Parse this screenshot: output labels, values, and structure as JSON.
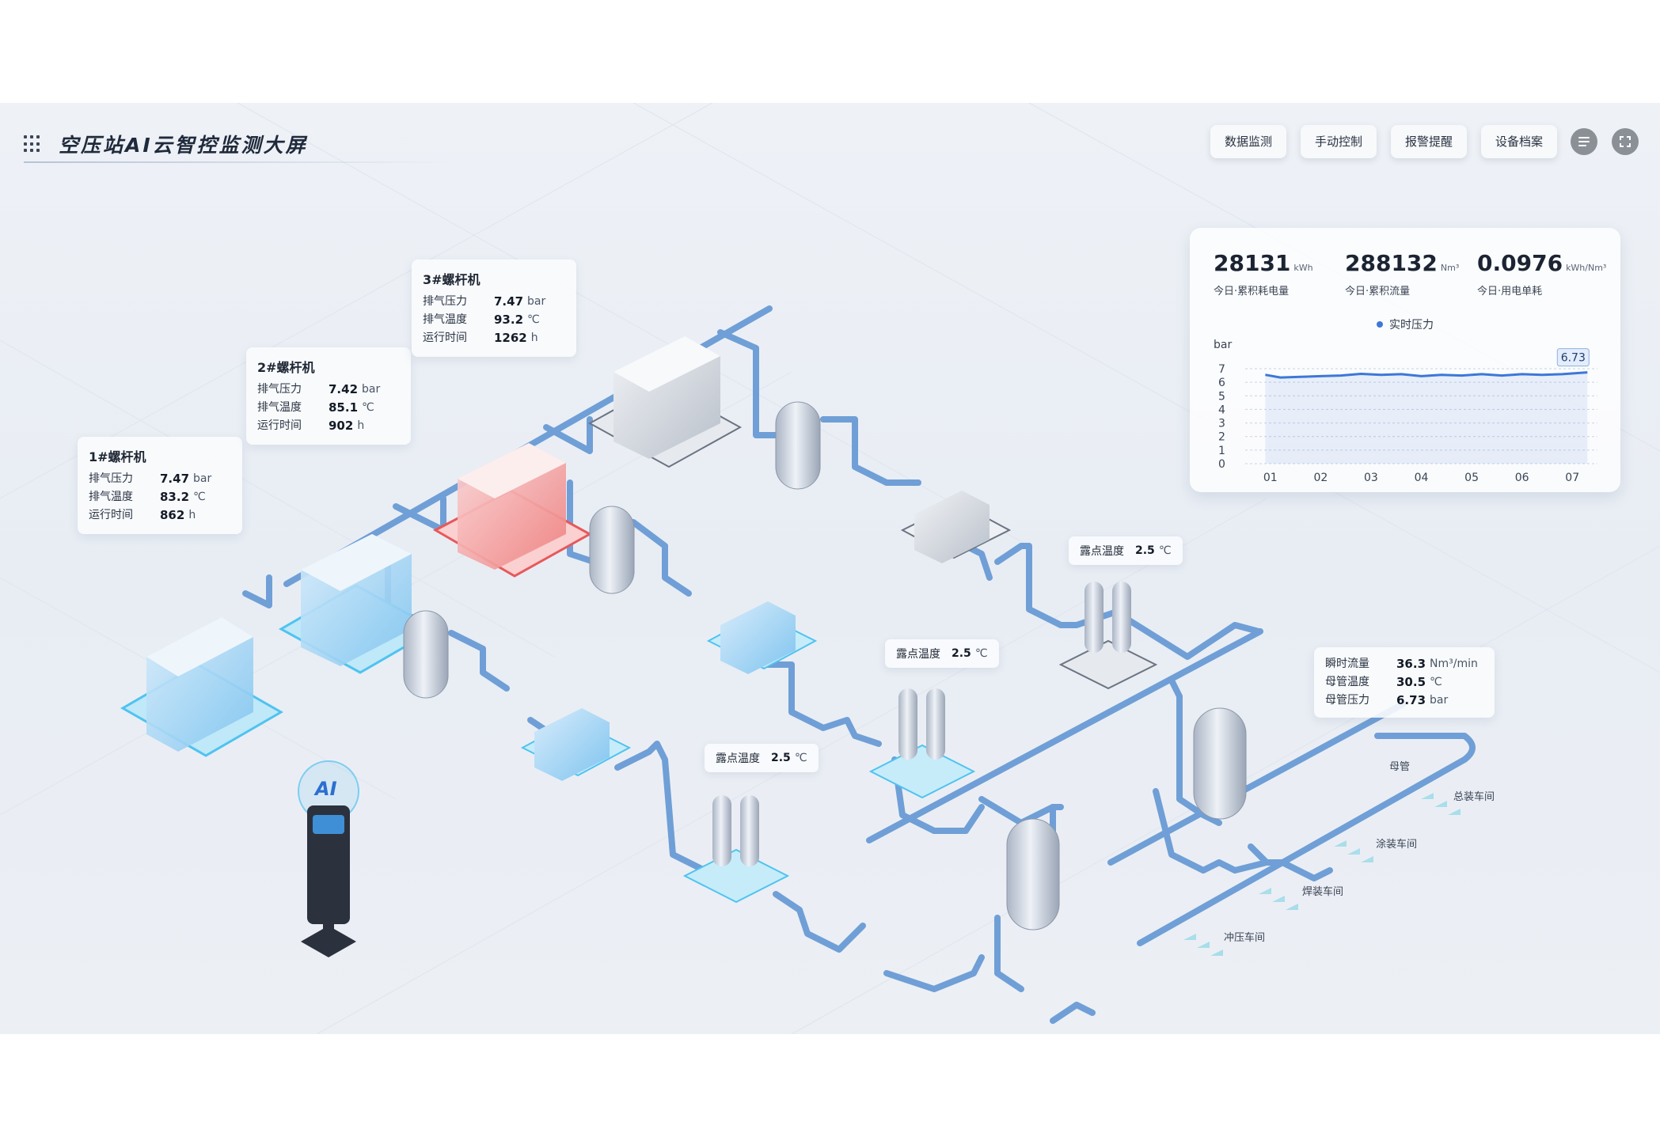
{
  "header": {
    "title": "空压站AI云智控监测大屏",
    "nav": [
      "数据监测",
      "手动控制",
      "报警提醒",
      "设备档案"
    ]
  },
  "kpis": [
    {
      "value": "28131",
      "unit": "kWh",
      "label": "今日·累积耗电量"
    },
    {
      "value": "288132",
      "unit": "Nm³",
      "label": "今日·累积流量"
    },
    {
      "value": "0.0976",
      "unit": "kWh/Nm³",
      "label": "今日·用电单耗"
    }
  ],
  "chart_data": {
    "type": "area",
    "title": "",
    "legend": "实时压力",
    "ylabel": "bar",
    "xlabel": "",
    "ylim": [
      0,
      7
    ],
    "yticks": [
      0,
      1,
      2,
      3,
      4,
      5,
      6,
      7
    ],
    "categories": [
      "01",
      "02",
      "03",
      "04",
      "05",
      "06",
      "07"
    ],
    "x": [
      0.9,
      1.2,
      1.6,
      2.0,
      2.4,
      2.8,
      3.2,
      3.6,
      4.0,
      4.4,
      4.8,
      5.2,
      5.6,
      6.0,
      6.4,
      6.8,
      7.3
    ],
    "values": [
      6.55,
      6.35,
      6.4,
      6.45,
      6.5,
      6.62,
      6.55,
      6.6,
      6.45,
      6.55,
      6.5,
      6.6,
      6.5,
      6.6,
      6.55,
      6.6,
      6.73
    ],
    "series_color": "#3c78d8",
    "last_value_label": "6.73"
  },
  "compressors": [
    {
      "title": "1#螺杆机",
      "rows": [
        {
          "label": "排气压力",
          "value": "7.47",
          "unit": "bar"
        },
        {
          "label": "排气温度",
          "value": "83.2",
          "unit": "℃"
        },
        {
          "label": "运行时间",
          "value": "862",
          "unit": "h"
        }
      ]
    },
    {
      "title": "2#螺杆机",
      "rows": [
        {
          "label": "排气压力",
          "value": "7.42",
          "unit": "bar"
        },
        {
          "label": "排气温度",
          "value": "85.1",
          "unit": "℃"
        },
        {
          "label": "运行时间",
          "value": "902",
          "unit": "h"
        }
      ]
    },
    {
      "title": "3#螺杆机",
      "rows": [
        {
          "label": "排气压力",
          "value": "7.47",
          "unit": "bar"
        },
        {
          "label": "排气温度",
          "value": "93.2",
          "unit": "℃"
        },
        {
          "label": "运行时间",
          "value": "1262",
          "unit": "h"
        }
      ]
    }
  ],
  "dew_points": [
    {
      "label": "露点温度",
      "value": "2.5",
      "unit": "℃"
    },
    {
      "label": "露点温度",
      "value": "2.5",
      "unit": "℃"
    },
    {
      "label": "露点温度",
      "value": "2.5",
      "unit": "℃"
    }
  ],
  "main_pipe": {
    "rows": [
      {
        "label": "瞬时流量",
        "value": "36.3",
        "unit": "Nm³/min"
      },
      {
        "label": "母管温度",
        "value": "30.5",
        "unit": "℃"
      },
      {
        "label": "母管压力",
        "value": "6.73",
        "unit": "bar"
      }
    ],
    "label": "母管"
  },
  "workshops": [
    "总装车间",
    "涂装车间",
    "焊装车间",
    "冲压车间"
  ],
  "ai_badge": "AI",
  "colors": {
    "accent": "#3c78d8",
    "alarm": "#e8585a",
    "active": "#4fc3f0",
    "pipe": "#6f9fd6"
  }
}
